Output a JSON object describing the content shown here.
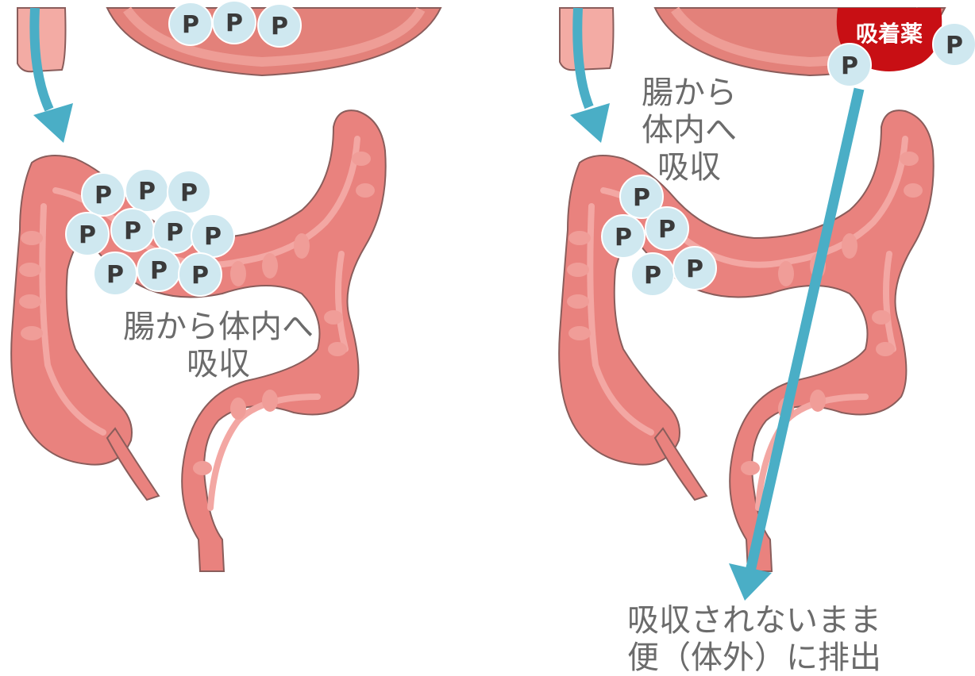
{
  "left_panel": {
    "absorb_label_line1": "腸から体内へ",
    "absorb_label_line2": "吸収",
    "phosphate_symbol": "P"
  },
  "right_panel": {
    "absorb_label_line1": "腸から",
    "absorb_label_line2": "体内へ",
    "absorb_label_line3": "吸収",
    "binder_label": "吸着薬",
    "phosphate_symbol": "P",
    "excrete_label_line1": "吸収されないまま",
    "excrete_label_line2": "便（体外）に排出"
  },
  "colors": {
    "colon": "#e9827e",
    "colon_outline": "#8a5d5b",
    "stomach": "#e3817a",
    "phosphate": "#cfe8f0",
    "arrow": "#4aaec6",
    "binder": "#c80f14",
    "text": "#6b6b6b"
  }
}
